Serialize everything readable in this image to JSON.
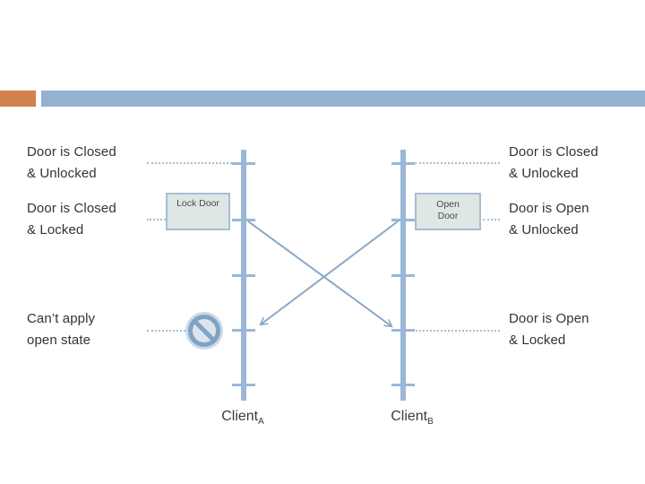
{
  "slide": {
    "colors": {
      "accent_orange": "#d2804c",
      "accent_blue": "#94b1d2",
      "lifeline_blue": "#9ab7d8",
      "arrow_blue": "#8ca7c4",
      "box_fill": "#dee7e3",
      "box_border": "#a7bed4",
      "text": "#333333"
    }
  },
  "states": {
    "left": [
      {
        "text": "Door is Closed\n& Unlocked"
      },
      {
        "text": "Door is Closed\n& Locked"
      },
      {
        "text": "Can’t apply\nopen state"
      }
    ],
    "right": [
      {
        "text": "Door is Closed\n& Unlocked"
      },
      {
        "text": "Door is Open\n& Unlocked"
      },
      {
        "text": "Door is Open\n& Locked"
      }
    ]
  },
  "messages": {
    "lock_door": "Lock Door",
    "open_door": "Open Door"
  },
  "clients": {
    "a": {
      "name": "Client",
      "subscript": "A"
    },
    "b": {
      "name": "Client",
      "subscript": "B"
    }
  },
  "icons": {
    "no_entry": "no-entry-prohibition"
  }
}
